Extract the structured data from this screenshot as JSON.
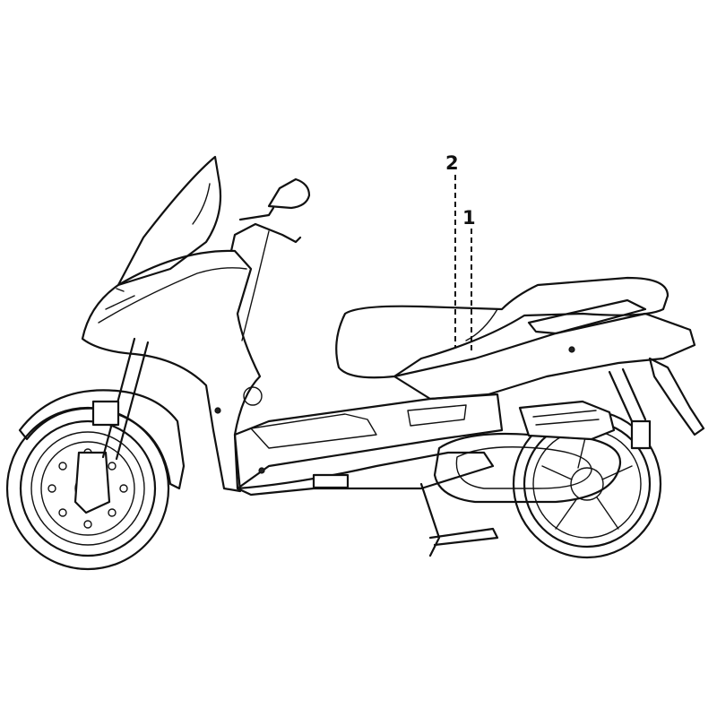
{
  "callouts": [
    {
      "id": "1",
      "label": "1"
    },
    {
      "id": "2",
      "label": "2"
    }
  ],
  "colors": {
    "line": "#111111",
    "background": "#ffffff"
  }
}
